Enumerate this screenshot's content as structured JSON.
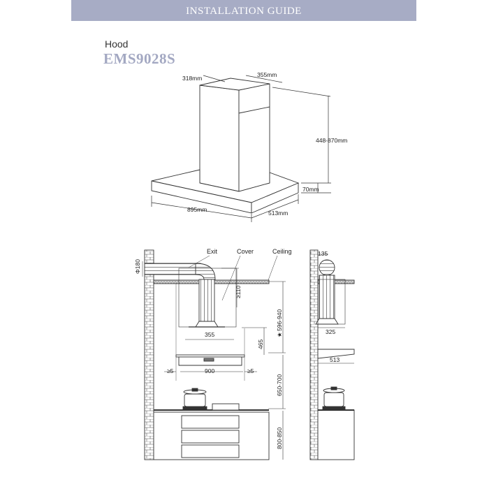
{
  "header": {
    "title": "INSTALLATION GUIDE"
  },
  "product": {
    "type": "Hood",
    "model": "EMS9028S"
  },
  "colors": {
    "banner": "#a7acc5",
    "model_text": "#a3a8c2"
  },
  "top_view": {
    "dims": {
      "chimney_depth": "318mm",
      "chimney_width": "355mm",
      "height": "448-870mm",
      "canopy_height": "70mm",
      "width": "895mm",
      "depth": "513mm"
    }
  },
  "side_view": {
    "labels": {
      "exit": "Exit",
      "cover": "Cover",
      "ceiling": "Ceiling"
    },
    "dims": {
      "duct_diameter": "Φ180",
      "duct_clearance": "≥110",
      "cover_width": "355",
      "range_height": "596-940",
      "star": "★",
      "hood_height": "465",
      "side_gap_left": "≥5",
      "hood_width": "900",
      "side_gap_right": "≥5",
      "hob_clearance": "650-700",
      "counter_height": "800-850"
    }
  },
  "profile_view": {
    "dims": {
      "top_offset": "135",
      "chimney_depth": "325",
      "hood_depth": "513"
    }
  }
}
